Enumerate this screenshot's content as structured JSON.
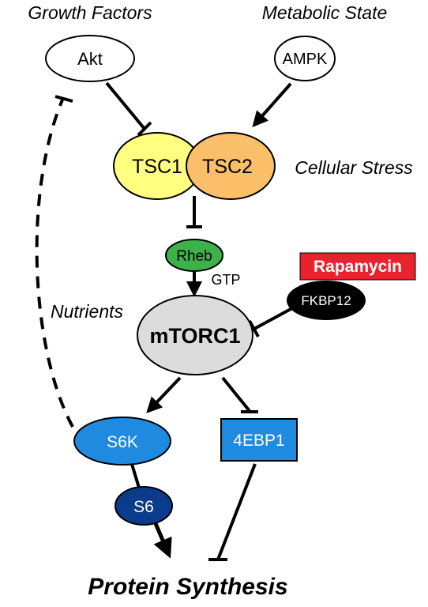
{
  "labels": {
    "growth_factors": "Growth Factors",
    "metabolic_state": "Metabolic State",
    "cellular_stress": "Cellular Stress",
    "nutrients": "Nutrients",
    "gtp": "GTP",
    "protein_synthesis": "Protein Synthesis"
  },
  "nodes": {
    "akt": "Akt",
    "ampk": "AMPK",
    "tsc1": "TSC1",
    "tsc2": "TSC2",
    "rheb": "Rheb",
    "mtorc1": "mTORC1",
    "rapamycin": "Rapamycin",
    "fkbp12": "FKBP12",
    "s6k": "S6K",
    "eb4p1": "4EBP1",
    "s6": "S6"
  },
  "colors": {
    "tsc1_fill": "#FFFF80",
    "tsc2_fill": "#FBBF6A",
    "rheb_fill": "#3EB24A",
    "mtorc1_fill": "#DCDCDC",
    "rapamycin_fill": "#E8232E",
    "fkbp12_fill": "#000000",
    "s6k_fill": "#1E8AE0",
    "eb4p1_fill": "#1E8AE0",
    "s6_fill": "#0B3C8C",
    "stroke": "#000000"
  },
  "edges": [
    {
      "from": "Akt",
      "to": "TSC1/TSC2",
      "type": "inhibition"
    },
    {
      "from": "AMPK",
      "to": "TSC1/TSC2",
      "type": "activation"
    },
    {
      "from": "TSC1/TSC2",
      "to": "Rheb",
      "type": "inhibition"
    },
    {
      "from": "Rheb",
      "to": "mTORC1",
      "type": "activation"
    },
    {
      "from": "FKBP12",
      "to": "mTORC1",
      "type": "inhibition"
    },
    {
      "from": "mTORC1",
      "to": "S6K",
      "type": "activation"
    },
    {
      "from": "mTORC1",
      "to": "4EBP1",
      "type": "inhibition"
    },
    {
      "from": "S6K",
      "to": "Akt",
      "type": "inhibition",
      "style": "dashed"
    },
    {
      "from": "S6K",
      "to": "S6",
      "type": "activation"
    },
    {
      "from": "S6",
      "to": "Protein Synthesis",
      "type": "activation"
    },
    {
      "from": "4EBP1",
      "to": "Protein Synthesis",
      "type": "inhibition"
    }
  ]
}
